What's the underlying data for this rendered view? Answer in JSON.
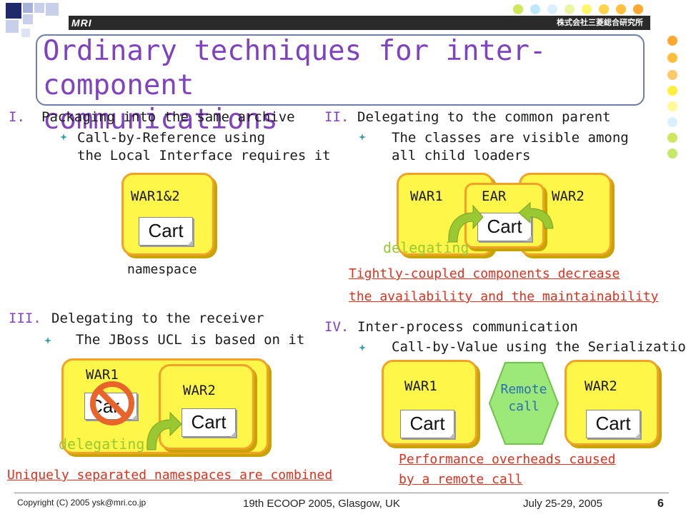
{
  "header": {
    "logo_left": "MRI",
    "logo_right": "株式会社三菱総合研究所",
    "colors": {
      "accent_purple": "#7f43c0",
      "box_yellow": "#fff64a",
      "box_border": "#f2a228",
      "green": "#9ac832",
      "red": "#e0301e"
    }
  },
  "title": {
    "line1": "Ordinary techniques for inter-component",
    "line2": "communications"
  },
  "sections": {
    "s1": {
      "num": "I.",
      "heading": "Packaging into the same archive",
      "bullet1": "Call-by-Reference using",
      "bullet2": "the Local Interface requires it"
    },
    "s2": {
      "num": "II.",
      "heading": "Delegating to the common parent",
      "bullet1": "The classes are visible among",
      "bullet2": "all child loaders"
    },
    "s3": {
      "num": "III.",
      "heading": "Delegating to the receiver",
      "bullet1": "The JBoss UCL is based on it"
    },
    "s4": {
      "num": "IV.",
      "heading": "Inter-process communication",
      "bullet1": "Call-by-Value using the Serialization"
    }
  },
  "diagram1": {
    "war": "WAR1&2",
    "cart": "Cart",
    "caption": "namespace"
  },
  "diagram2": {
    "war1": "WAR1",
    "ear": "EAR",
    "war2": "WAR2",
    "cart": "Cart",
    "delegating": "delegating",
    "note1": "Tightly-coupled components decrease",
    "note2": "the availability and the maintainability"
  },
  "diagram3": {
    "war1": "WAR1",
    "war2": "WAR2",
    "cart_hidden": "Car",
    "cart": "Cart",
    "delegating": "delegating",
    "note": "Uniquely separated namespaces are combined"
  },
  "diagram4": {
    "war1": "WAR1",
    "war2": "WAR2",
    "cart1": "Cart",
    "cart2": "Cart",
    "remote1": "Remote",
    "remote2": "call",
    "note1": "Performance overheads caused",
    "note2": "by a remote call"
  },
  "footer": {
    "copyright": "Copyright (C) 2005 ysk@mri.co.jp",
    "event": "19th ECOOP 2005, Glasgow, UK",
    "date": "July 25-29, 2005",
    "page": "6"
  }
}
